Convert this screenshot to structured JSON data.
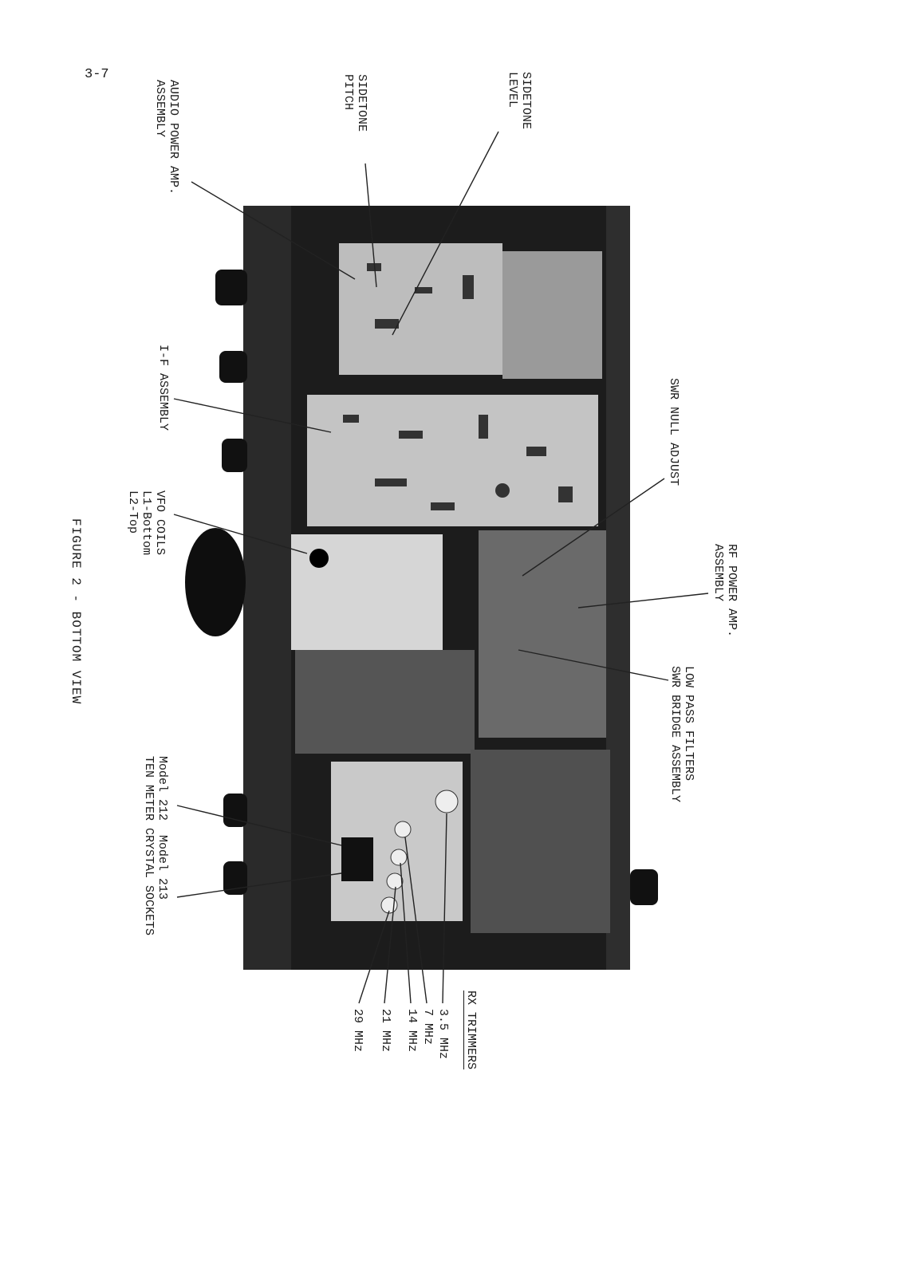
{
  "page_number": "3-7",
  "figure_caption": "FIGURE 2 - BOTTOM VIEW",
  "labels": {
    "audio_amp": "AUDIO POWER AMP.\nASSEMBLY",
    "sidetone_pitch": "SIDETONE\nPITCH",
    "sidetone_level": "SIDETONE\nLEVEL",
    "if_assembly": "I-F ASSEMBLY",
    "swr_null": "SWR NULL ADJUST",
    "vfo_coils": "VFO COILS\nL1-Bottom\nL2-Top",
    "rf_amp": "RF POWER AMP.\nASSEMBLY",
    "lpf_swr": "LOW PASS FILTERS\nSWR BRIDGE ASSEMBLY",
    "crystal_sockets": "Model 212  Model 213\nTEN METER CRYSTAL SOCKETS",
    "rx_trimmers_title": "RX TRIMMERS",
    "trim_35": "3.5 MHz",
    "trim_7": "7 MHz",
    "trim_14": "14 MHz",
    "trim_21": "21 MHz",
    "trim_29": "29 MHz"
  }
}
